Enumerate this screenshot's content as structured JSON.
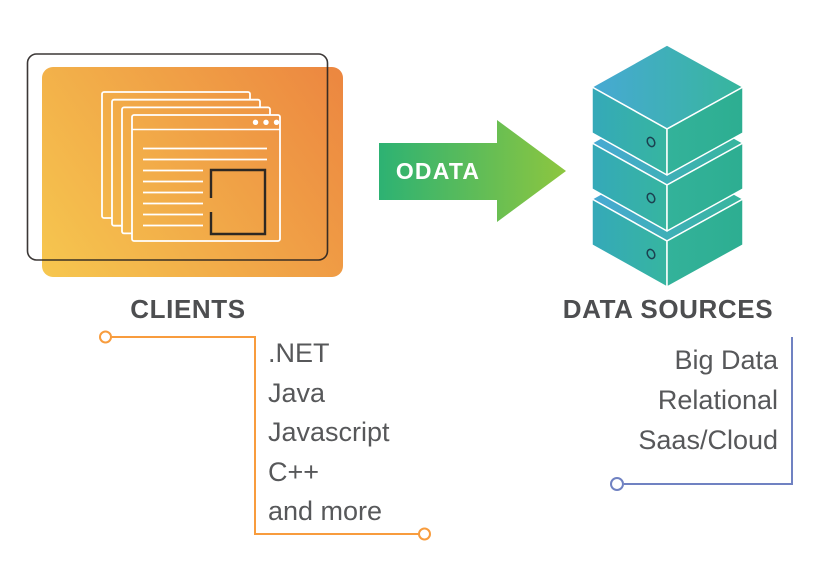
{
  "clients": {
    "heading": "CLIENTS",
    "items": [
      ".NET",
      "Java",
      "Javascript",
      "C++",
      "and more"
    ]
  },
  "arrow": {
    "label": "ODATA"
  },
  "data_sources": {
    "heading": "DATA SOURCES",
    "items": [
      "Big Data",
      "Relational",
      "Saas/Cloud"
    ]
  },
  "icons": {
    "clients_icon": "browser-windows-stack",
    "data_sources_icon": "server-cubes-stack",
    "arrow_icon": "right-arrow"
  },
  "colors": {
    "client_gradient_start": "#f6c74f",
    "client_gradient_end": "#ec8640",
    "arrow_gradient_start": "#2db273",
    "arrow_gradient_end": "#8dc63f",
    "cube_top_start": "#47a9d4",
    "cube_top_end": "#37b69c",
    "cube_left_start": "#35a9b9",
    "cube_left_end": "#36b5a0",
    "cube_right_start": "#33b29a",
    "cube_right_end": "#2dae91",
    "bracket_orange": "#f89c3d",
    "bracket_blue": "#7082c2",
    "outline_black": "#262120",
    "square_outline": "#2e2822",
    "cube_button_outline": "#1c4050",
    "heading_text": "#4d4e50",
    "list_text": "#57585a"
  }
}
